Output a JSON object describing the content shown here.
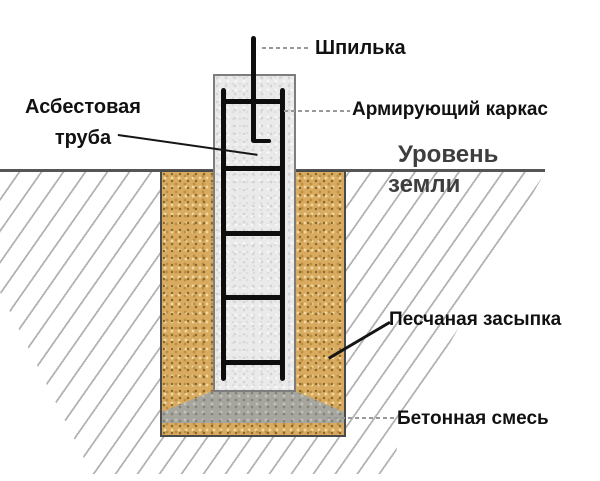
{
  "labels": {
    "stud": "Шпилька",
    "reinforcing_frame": "Армирующий каркас",
    "asbestos_pipe_line1": "Асбестовая",
    "asbestos_pipe_line2": "труба",
    "ground_level_line1": "Уровень",
    "ground_level_line2": "земли",
    "sand_backfill": "Песчаная засыпка",
    "concrete_mix": "Бетонная смесь"
  },
  "colors": {
    "sand": "#d9ab60",
    "sand_dark": "#8a6426",
    "sand_mid": "#bb8f42",
    "sand_light": "#f0d9a4",
    "pipe_fill": "#eaeaea",
    "pipe_border": "#7d7d7d",
    "concrete": "#a6a69e",
    "concrete_dark": "#82827a",
    "concrete_light": "#c3c3bb",
    "rebar": "#0e0e0e",
    "ground_line": "#565656",
    "ground_text": "#3e3e3e",
    "hatch": "#b3b3b3",
    "leader_gray": "#999999",
    "leader_black": "#151515",
    "pit_border": "#4a4a4a",
    "label_text": "#111111"
  }
}
